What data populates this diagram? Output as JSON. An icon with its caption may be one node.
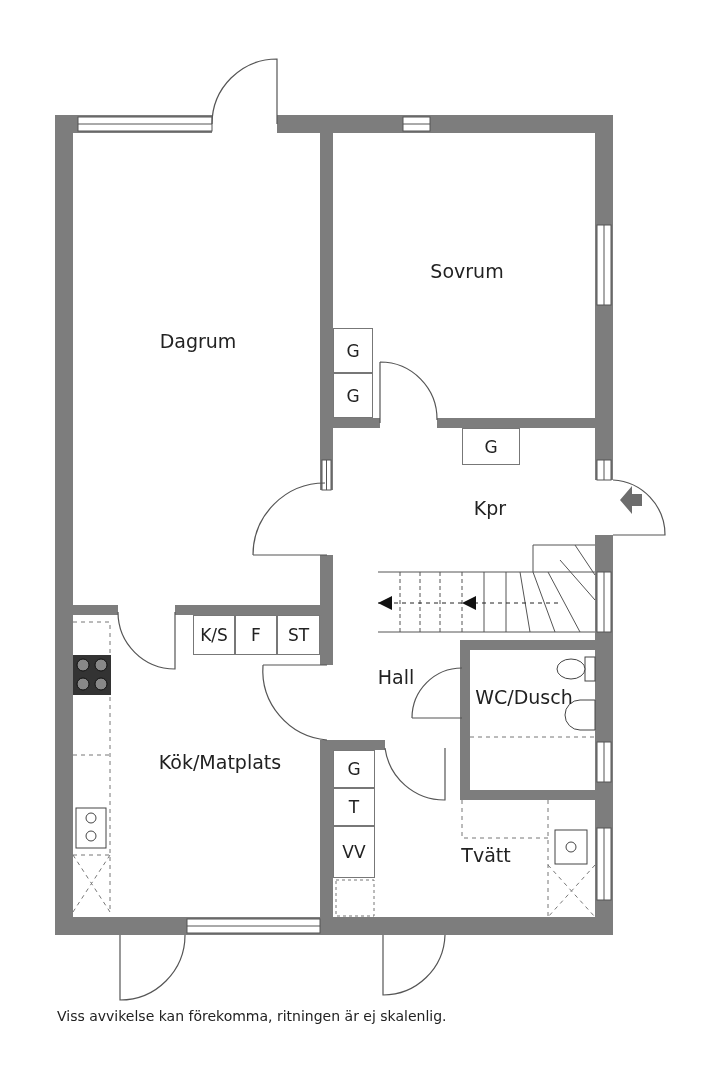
{
  "diagram": {
    "caption": "Viss avvikelse kan förekomma, ritningen är ej skalenlig.",
    "nodes": [
      {
        "text": [
          "G"
        ]
      },
      {
        "text": [
          "G"
        ]
      },
      {
        "text": [
          "G"
        ]
      },
      {
        "text": [
          "K/S"
        ]
      },
      {
        "text": [
          "F"
        ]
      },
      {
        "text": [
          "ST"
        ]
      },
      {
        "text": [
          "G"
        ]
      },
      {
        "text": [
          "T"
        ]
      },
      {
        "text": [
          "VV"
        ]
      }
    ],
    "labels": [
      "Sovrum",
      "Dagrum",
      "Kpr",
      "Hall",
      "WC/Dusch",
      "Kök/Matplats",
      "Tvätt"
    ]
  }
}
